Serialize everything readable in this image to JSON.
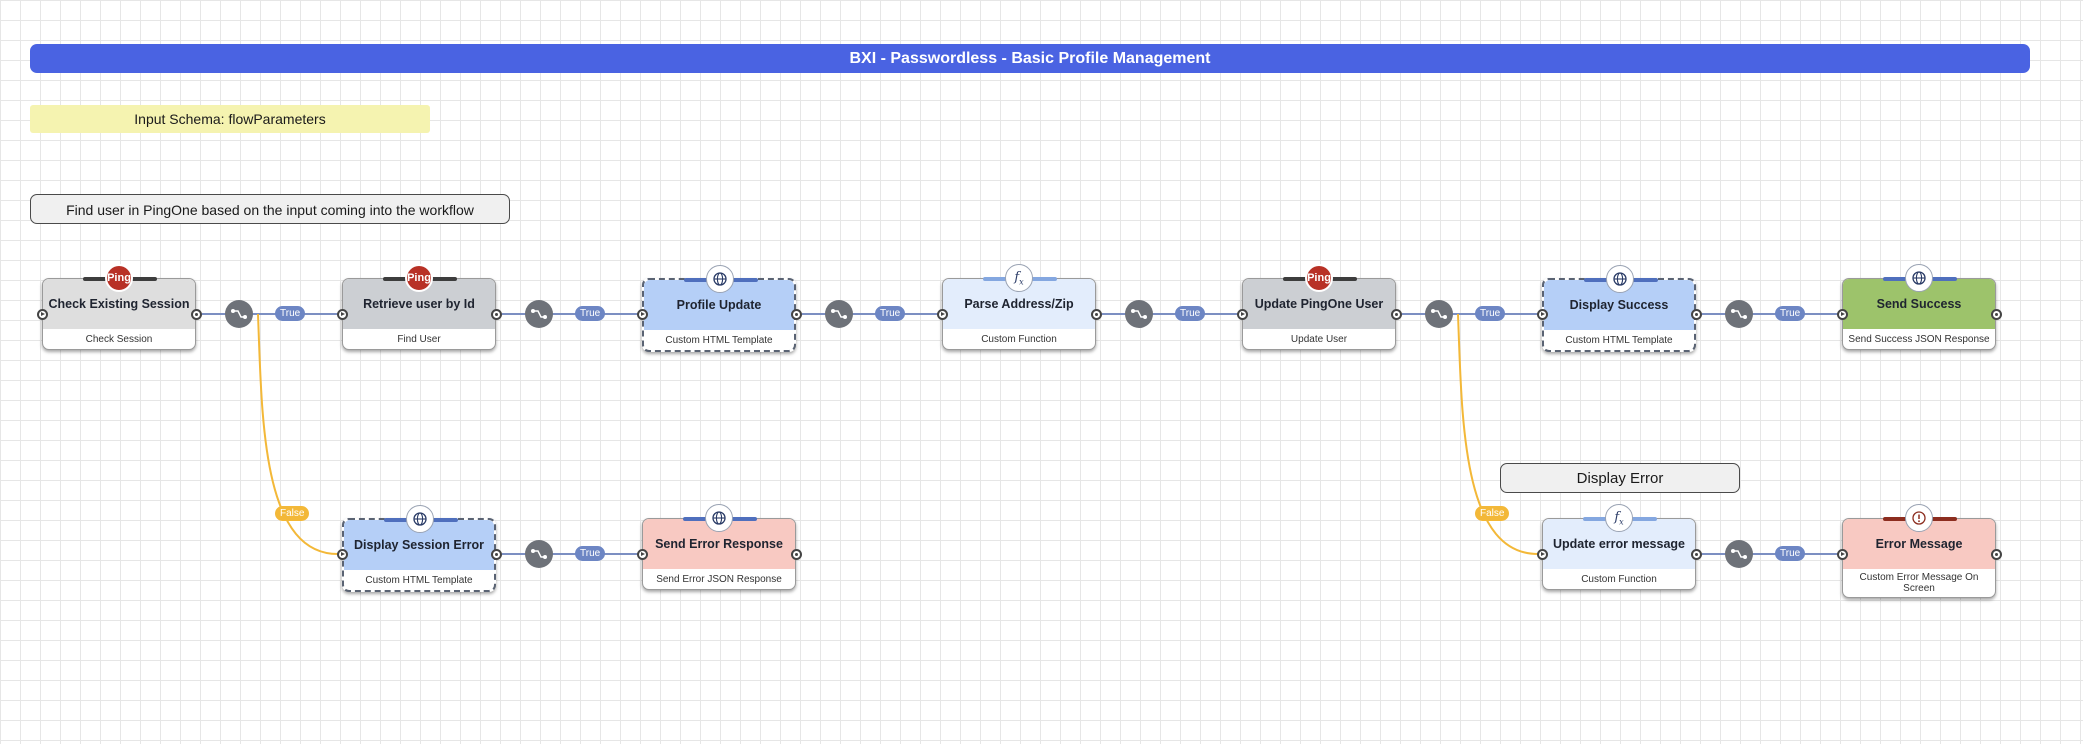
{
  "banner": {
    "title": "BXI - Passwordless - Basic Profile Management"
  },
  "schema": {
    "label": "Input Schema: flowParameters"
  },
  "annotations": {
    "find_user": "Find user in PingOne based on the input coming into the workflow",
    "display_error": "Display Error"
  },
  "badges": {
    "ping": "Ping"
  },
  "edges": {
    "true": "True",
    "false": "False"
  },
  "nodes": {
    "check_session": {
      "title": "Check Existing Session",
      "subtitle": "Check Session",
      "icon": "ping-logo"
    },
    "retrieve_user": {
      "title": "Retrieve user by Id",
      "subtitle": "Find User",
      "icon": "ping-logo"
    },
    "profile_update": {
      "title": "Profile Update",
      "subtitle": "Custom HTML Template",
      "icon": "globe-icon"
    },
    "parse_address": {
      "title": "Parse Address/Zip",
      "subtitle": "Custom Function",
      "icon": "fx-icon"
    },
    "update_user": {
      "title": "Update PingOne User",
      "subtitle": "Update User",
      "icon": "ping-logo"
    },
    "display_success": {
      "title": "Display Success",
      "subtitle": "Custom HTML Template",
      "icon": "globe-icon"
    },
    "send_success": {
      "title": "Send Success",
      "subtitle": "Send Success JSON Response",
      "icon": "globe-icon"
    },
    "display_session_error": {
      "title": "Display Session Error",
      "subtitle": "Custom HTML Template",
      "icon": "globe-icon"
    },
    "send_error": {
      "title": "Send Error Response",
      "subtitle": "Send Error JSON Response",
      "icon": "globe-icon"
    },
    "update_error": {
      "title": "Update error message",
      "subtitle": "Custom Function",
      "icon": "fx-icon"
    },
    "error_message": {
      "title": "Error Message",
      "subtitle": "Custom Error Message On Screen",
      "icon": "alert-icon"
    }
  },
  "colors": {
    "banner": "#4a63e2",
    "true_edge": "#6d86c4",
    "false_edge": "#f3b838",
    "ping": "#b83126",
    "template_node": "#b5cff7",
    "function_node": "#e3edfc",
    "success_node": "#9dc36b",
    "error_node": "#f8c9c2"
  }
}
